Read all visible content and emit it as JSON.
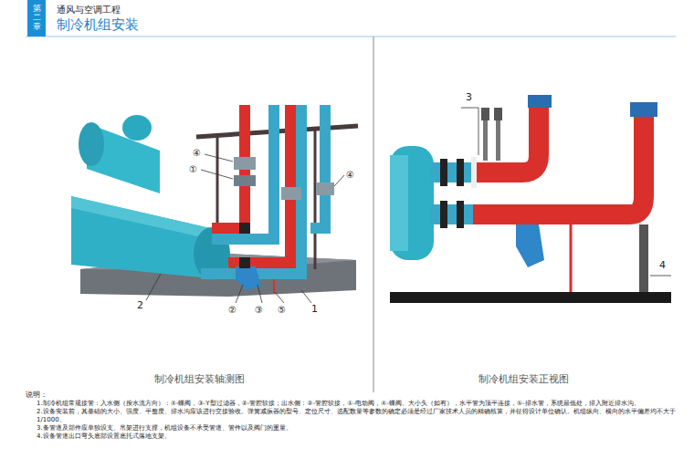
{
  "diagram": {
    "title": "制冷机组安装",
    "nodes": [
      {
        "text": [
          "第二章"
        ]
      }
    ],
    "labels": [
      "通风与空调工程",
      "④",
      "①",
      "④",
      "2",
      "②",
      "③",
      "⑤",
      "1",
      "制冷机组安装轴测图",
      "3",
      "4",
      "制冷机组安装正视图",
      "说明：",
      "1.制冷机组常规接管：入水侧（按水流方向）：④-蝶阀，③-Y型过滤器，②-管腔软接；出水侧：②-管腔软接，①-电动阀，④-蝶阀。大小头（如有），水平管为顶平连接，⑤-排水管，系统最低处，排入附近排水沟。",
      "2.设备安装前，其基础的大小、强度、平整度、排水沟应该进行交接验收。弹簧减振器的型号、定位尺寸、选配数量等参数的确定必须是经过厂家技术人员的精确核算，并征得设计单位确认。机组纵向、横向的水平偏差均不大于1/1000。",
      "3.备管道及部件应单独设支、吊架进行支撑，机组设备不承受管道、管件以及阀门的重量。",
      "4.设备管道出口弯头底部设置底托式落地支架。"
    ]
  }
}
